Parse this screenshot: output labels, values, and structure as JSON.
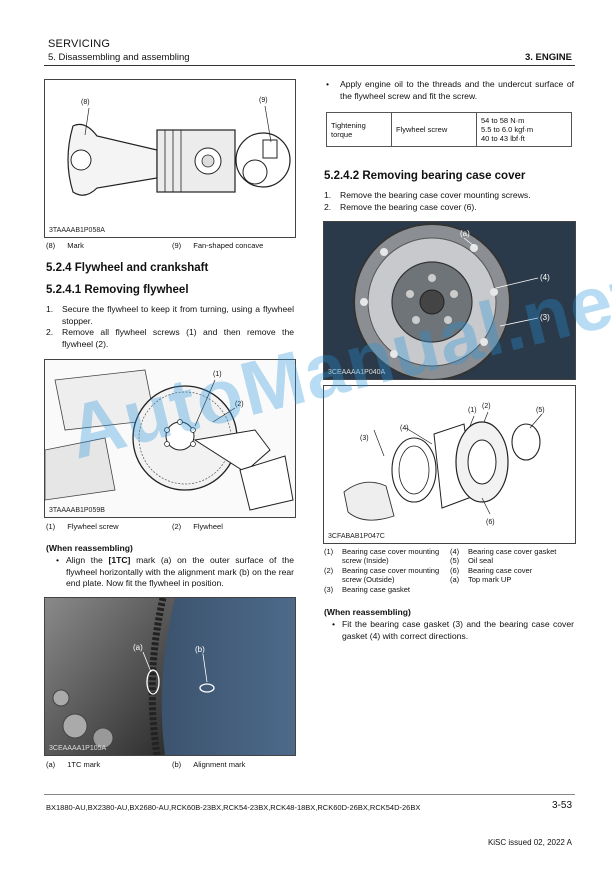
{
  "header": {
    "section": "SERVICING",
    "subsection": "5. Disassembling and assembling",
    "chapter": "3. ENGINE"
  },
  "fig1": {
    "code": "3TAAAAB1P058A",
    "callout_8": "(8)",
    "callout_9": "(9)",
    "cap_a_num": "(8)",
    "cap_a": "Mark",
    "cap_b_num": "(9)",
    "cap_b": "Fan-shaped concave"
  },
  "sec_524": {
    "heading": "5.2.4 Flywheel and crankshaft",
    "sub_heading": "5.2.4.1 Removing flywheel",
    "step1": "Secure the flywheel to keep it from turning, using a flywheel stopper.",
    "step2": "Remove all flywheel screws (1) and then remove the flywheel (2)."
  },
  "fig2": {
    "code": "3TAAAAB1P059B",
    "callout_1": "(1)",
    "callout_2": "(2)",
    "cap_a_num": "(1)",
    "cap_a": "Flywheel screw",
    "cap_b_num": "(2)",
    "cap_b": "Flywheel"
  },
  "reassembly1": {
    "title": "(When reassembling)",
    "bullet_pre": "Align the ",
    "bullet_bold": "[1TC]",
    "bullet_post": " mark (a) on the outer surface of the flywheel horizontally with the alignment mark (b) on the rear end plate. Now fit the flywheel in position."
  },
  "fig3": {
    "code": "3CEAAAA1P105A",
    "callout_a": "(a)",
    "callout_b": "(b)",
    "cap_a_num": "(a)",
    "cap_a": "1TC mark",
    "cap_b_num": "(b)",
    "cap_b": "Alignment mark"
  },
  "right_intro": {
    "bullet": "Apply engine oil to the threads and the undercut surface of the flywheel screw and fit the screw."
  },
  "torque_table": {
    "label": "Tightening torque",
    "item": "Flywheel screw",
    "v1": "54 to 58 N·m",
    "v2": "5.5 to 6.0 kgf·m",
    "v3": "40 to 43 lbf·ft"
  },
  "sec_5242": {
    "heading": "5.2.4.2 Removing bearing case cover",
    "step1": "Remove the bearing case cover mounting screws.",
    "step2": "Remove the bearing case cover (6)."
  },
  "fig4": {
    "code": "3CEAAAA1P040A",
    "callout_a": "(a)",
    "callout_4": "(4)",
    "callout_3": "(3)"
  },
  "fig5": {
    "code": "3CFABAB1P047C",
    "callout_1": "(1)",
    "callout_2": "(2)",
    "callout_3": "(3)",
    "callout_4": "(4)",
    "callout_5": "(5)",
    "callout_6": "(6)"
  },
  "legend5": {
    "l1_num": "(1)",
    "l1": "Bearing case cover mounting screw (Inside)",
    "l2_num": "(2)",
    "l2": "Bearing case cover mounting screw (Outside)",
    "l3_num": "(3)",
    "l3": "Bearing case gasket",
    "r1_num": "(4)",
    "r1": "Bearing case cover gasket",
    "r2_num": "(5)",
    "r2": "Oil seal",
    "r3_num": "(6)",
    "r3": "Bearing case cover",
    "r4_num": "(a)",
    "r4": "Top mark UP"
  },
  "reassembly2": {
    "title": "(When reassembling)",
    "bullet": "Fit the bearing case gasket (3) and the bearing case cover gasket (4) with correct directions."
  },
  "footer": {
    "models": "BX1880-AU,BX2380-AU,BX2680-AU,RCK60B-23BX,RCK54-23BX,RCK48-18BX,RCK60D-26BX,RCK54D-26BX",
    "page": "3-53",
    "issued": "KiSC issued 02, 2022 A"
  },
  "watermark": "AutoManual.net"
}
